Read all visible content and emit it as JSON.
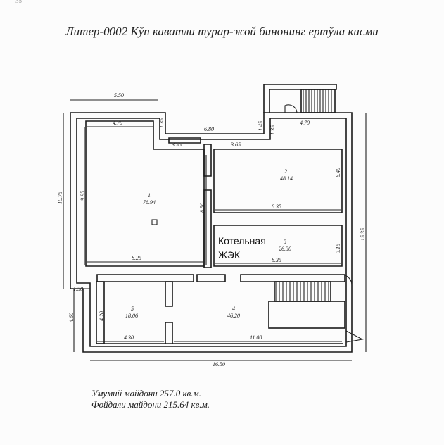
{
  "title": "Литер-0002 Кўп каватли турар-жой бинонинг ертўла кисми",
  "corner_mark": "35",
  "rooms": [
    {
      "number": "1",
      "area": "76.94"
    },
    {
      "number": "2",
      "area": "48.14"
    },
    {
      "number": "3",
      "area": "26.30"
    },
    {
      "number": "4",
      "area": "46.20"
    },
    {
      "number": "5",
      "area": "18.06"
    }
  ],
  "annotation": {
    "line1": "Котельная",
    "line2": "ЖЭК"
  },
  "dimensions": {
    "top_left_outer": "5.50",
    "room1_top": "4.70",
    "notch_left": "1.35",
    "corridor_top": "6.80",
    "corridor_left": "3.55",
    "corridor_right": "3.65",
    "notch_right": "1.45",
    "notch_right2": "1.35",
    "room2_top": "4.70",
    "room2_height": "6.40",
    "overall_left": "10.75",
    "room1_height": "9.95",
    "room1_right": "8.50",
    "room1_bottom": "8.25",
    "room2_bottom": "8.35",
    "room3_height": "3.15",
    "room3_bottom": "8.35",
    "overall_right": "15.35",
    "offset_left": "1.30",
    "lower_left": "4.60",
    "room5_height": "4.20",
    "room5_bottom": "4.30",
    "room4_bottom": "11.00",
    "overall_bottom": "16.50"
  },
  "footer": {
    "total_area": "Умумий майдони 257.0 кв.м.",
    "useful_area": "Фойдали майдони 215.64 кв.м."
  }
}
